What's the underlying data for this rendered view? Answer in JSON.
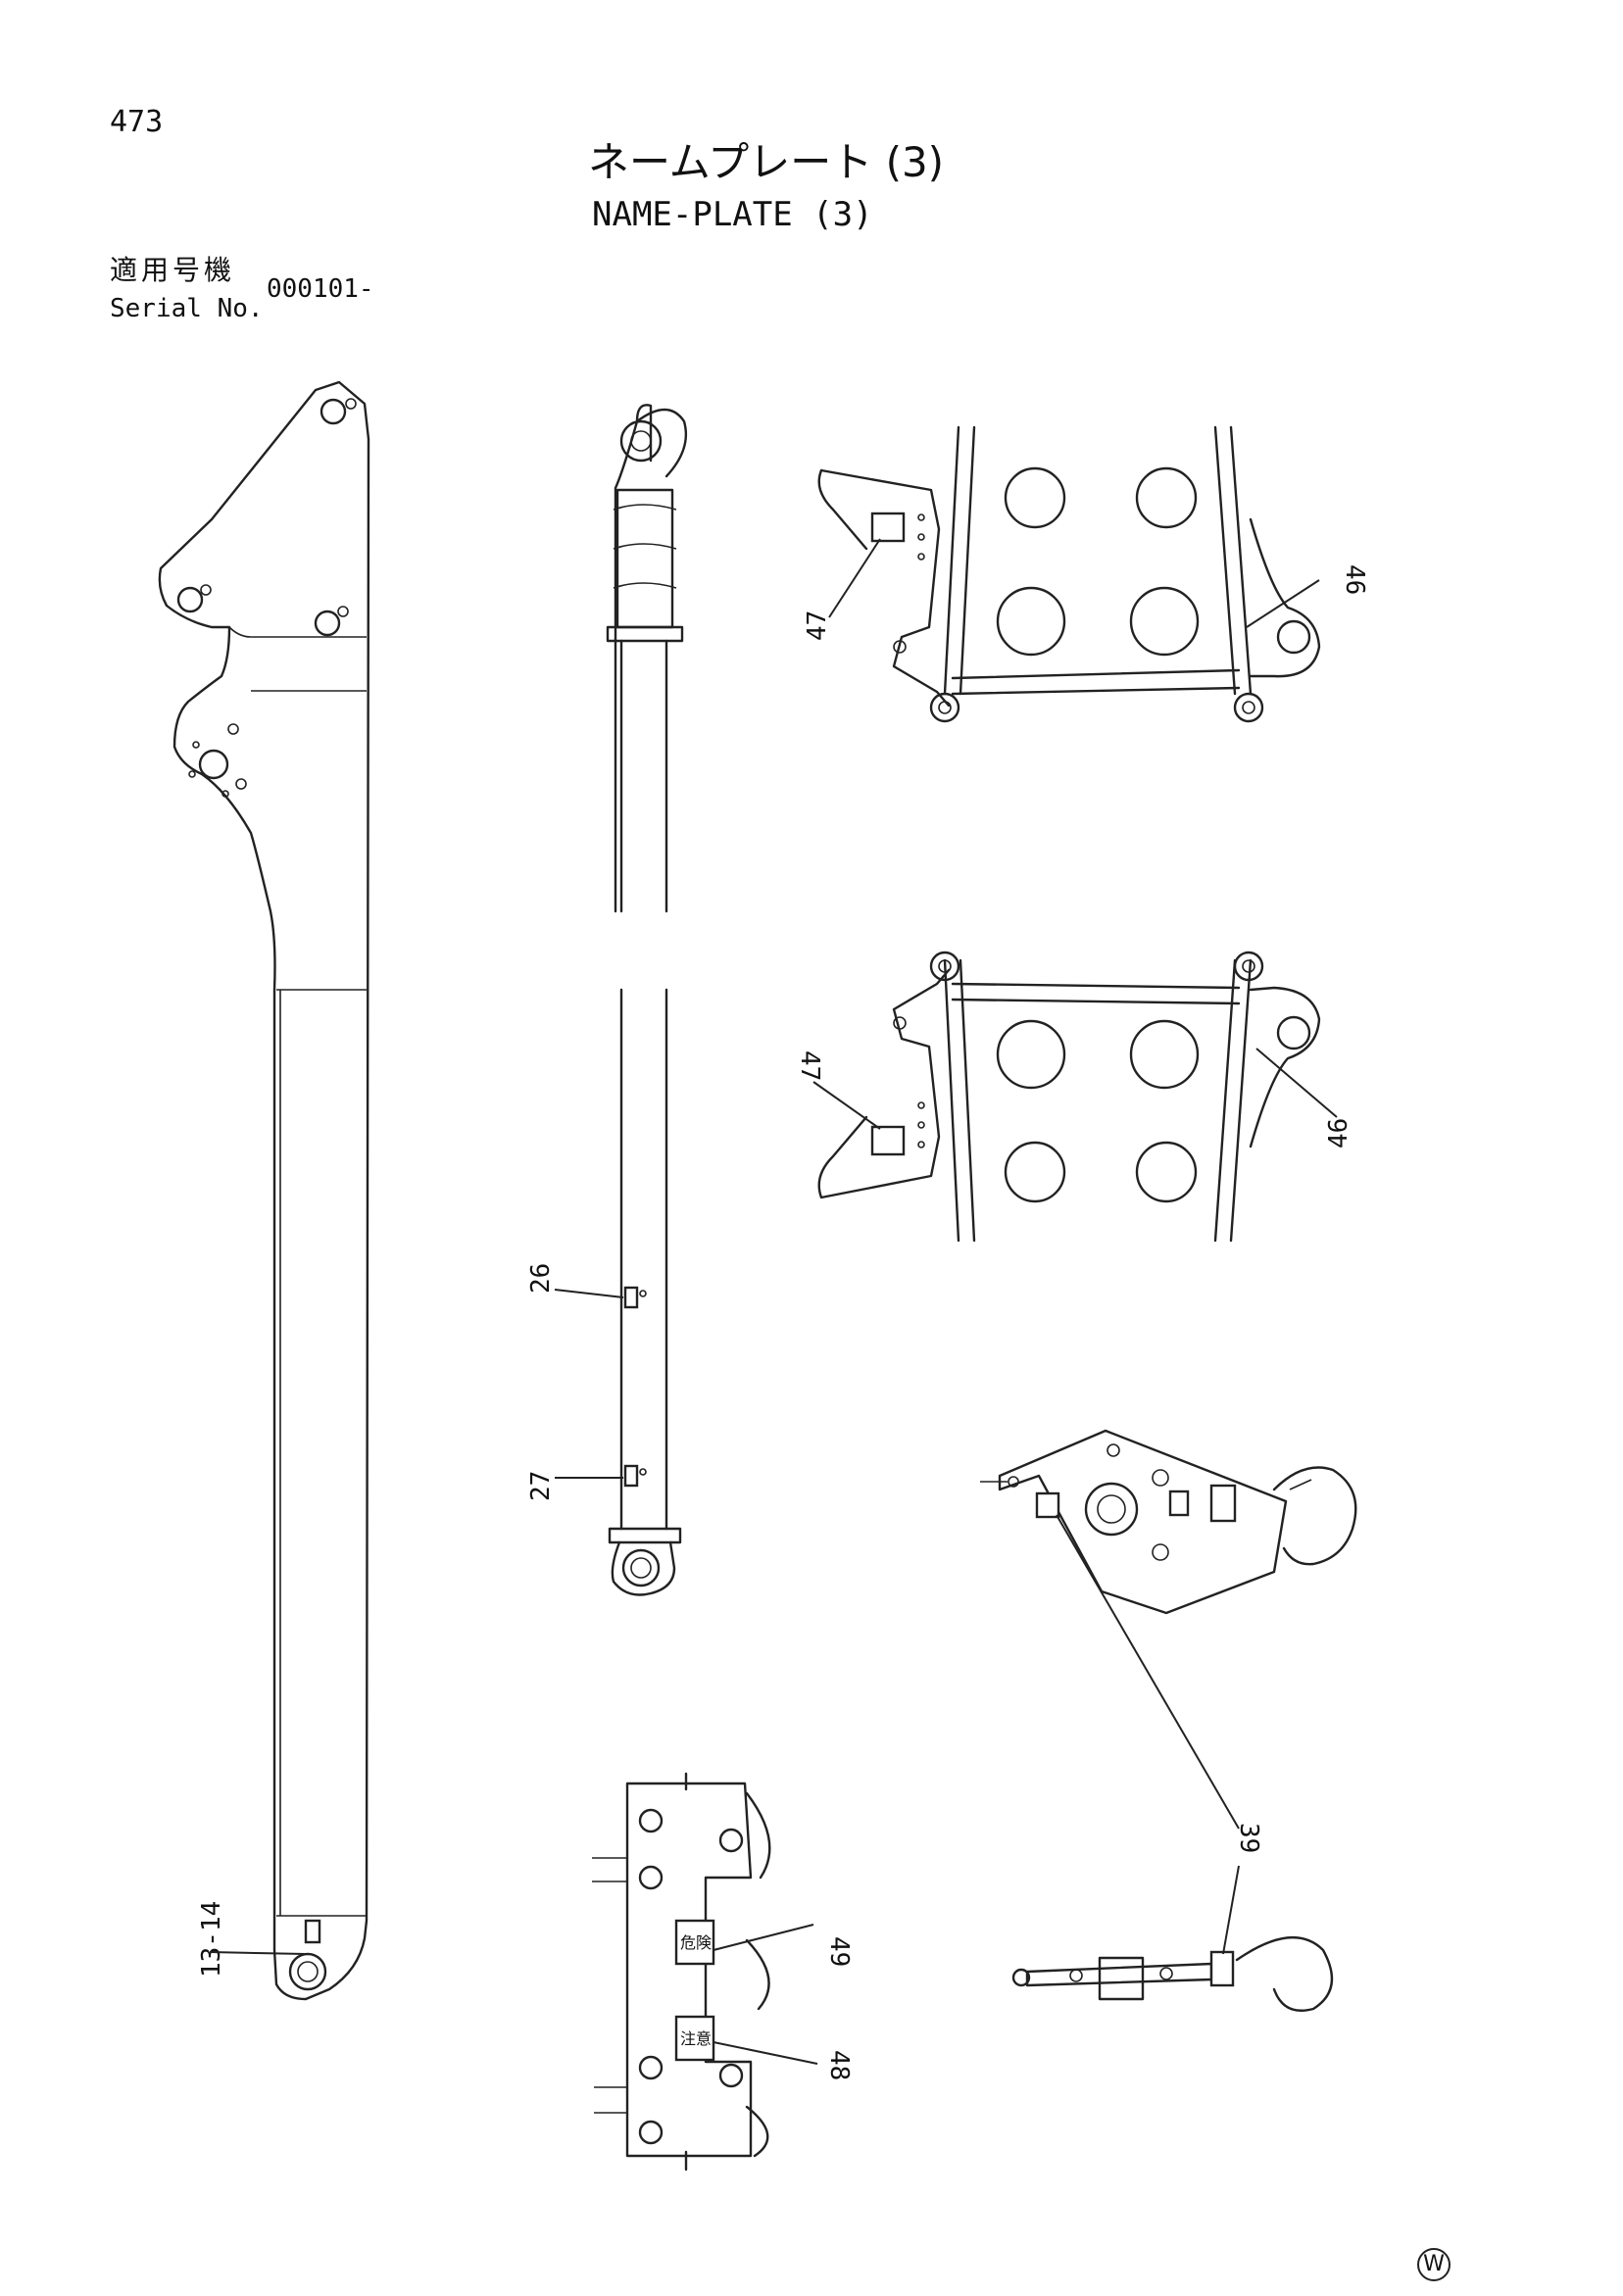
{
  "page": {
    "number": "473",
    "watermark": "W"
  },
  "title": {
    "japanese": "ネームプレート (3)",
    "english": "NAME-PLATE (3)"
  },
  "serial": {
    "label_jp": "適用号機",
    "label_en": "Serial No.",
    "value": "000101-"
  },
  "plate_labels": {
    "danger": "危険",
    "caution": "注意"
  },
  "callouts": {
    "c13_14": "13-14",
    "c26": "26",
    "c27": "27",
    "c39": "39",
    "c46_top": "46",
    "c46_bottom": "46",
    "c47_top": "47",
    "c47_bottom": "47",
    "c48": "48",
    "c49": "49"
  }
}
